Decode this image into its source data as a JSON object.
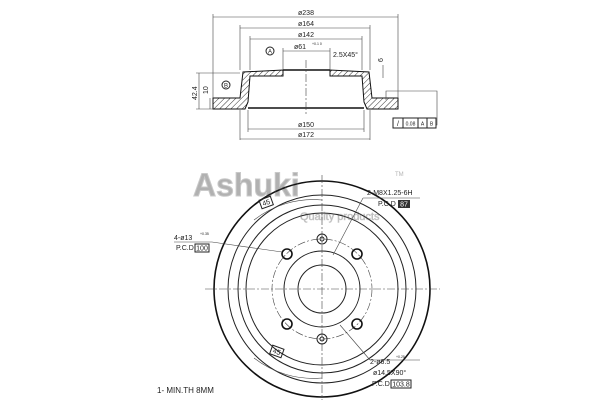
{
  "watermark": {
    "brand": "Ashuki",
    "tagline": "Quality products",
    "tm": "TM"
  },
  "section_view": {
    "d238": "ø238",
    "d164": "ø164",
    "d142": "ø142",
    "d61": "ø61",
    "d61_tol": "+0.1 0",
    "chamfer": "2.5X45°",
    "h6": "6",
    "h424": "42.4",
    "h10": "10",
    "d150": "ø150",
    "d172": "ø172",
    "datum_a": "A",
    "datum_b": "B",
    "runout": {
      "symbol": "/",
      "value": "0.08",
      "ref1": "A",
      "ref2": "B"
    }
  },
  "front_view": {
    "thread": "2-M8X1.25-6H",
    "thread_pcd_label": "P.C.D",
    "thread_pcd": "87",
    "bolt": "4-ø13",
    "bolt_tol": "+0.35",
    "bolt_pcd_label": "P.C.D",
    "bolt_pcd": "100",
    "angle_top": "45",
    "angle_bottom": "45",
    "pin": "2-ø6.5",
    "pin_tol": "+0.25",
    "pin_csk": "ø14.5X90°",
    "pin_pcd_label": "P.C.D",
    "pin_pcd": "103.8"
  },
  "notes": [
    "1- MIN.TH 8MM"
  ]
}
